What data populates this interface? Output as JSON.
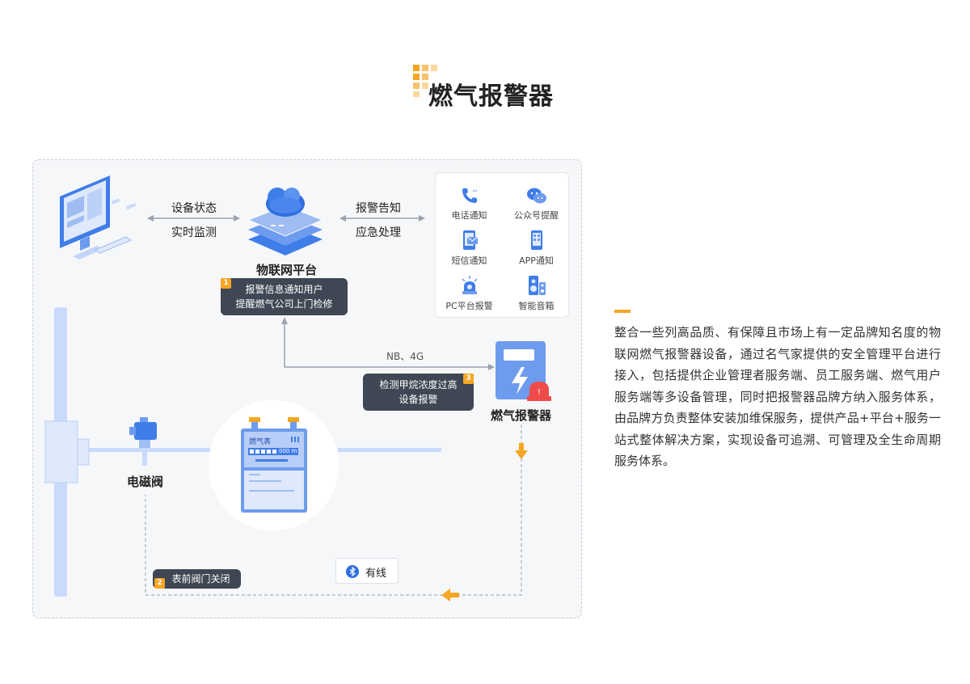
{
  "title": "燃气报警器",
  "diagram": {
    "status_label_1": "设备状态",
    "status_label_2": "实时监测",
    "alarm_label_1": "报警告知",
    "alarm_label_2": "应急处理",
    "platform_label": "物联网平台",
    "notify_channels": [
      {
        "label": "电话通知",
        "icon": "phone-icon"
      },
      {
        "label": "公众号提醒",
        "icon": "wechat-icon"
      },
      {
        "label": "短信通知",
        "icon": "sms-icon"
      },
      {
        "label": "APP通知",
        "icon": "app-icon"
      },
      {
        "label": "PC平台报警",
        "icon": "pc-alarm-icon"
      },
      {
        "label": "智能音箱",
        "icon": "speaker-icon"
      }
    ],
    "step1": {
      "num": "1",
      "line1": "报警信息通知用户",
      "line2": "提醒燃气公司上门检修"
    },
    "network_label": "NB、4G",
    "step3": {
      "num": "3",
      "line1": "检测甲烷浓度过高",
      "line2": "设备报警"
    },
    "alarm_device_label": "燃气报警器",
    "valve_label": "电磁阀",
    "meter": {
      "name": "燃气表",
      "reading": "000 m"
    },
    "step2": {
      "num": "2",
      "text": "表前阀门关闭"
    },
    "wired_label": "有线"
  },
  "description": "整合一些列高品质、有保障且市场上有一定品牌知名度的物联网燃气报警器设备，通过名气家提供的安全管理平台进行接入，包括提供企业管理者服务端、员工服务端、燃气用户服务端等多设备管理，同时把报警器品牌方纳入服务体系，由品牌方负责整体安装加维保服务，提供产品+平台+服务一站式整体解决方案，实现设备可追溯、可管理及全生命周期服务体系。",
  "colors": {
    "accent": "#f5a623",
    "primary_blue": "#3f7de8",
    "dark_tag": "#3f4654"
  }
}
